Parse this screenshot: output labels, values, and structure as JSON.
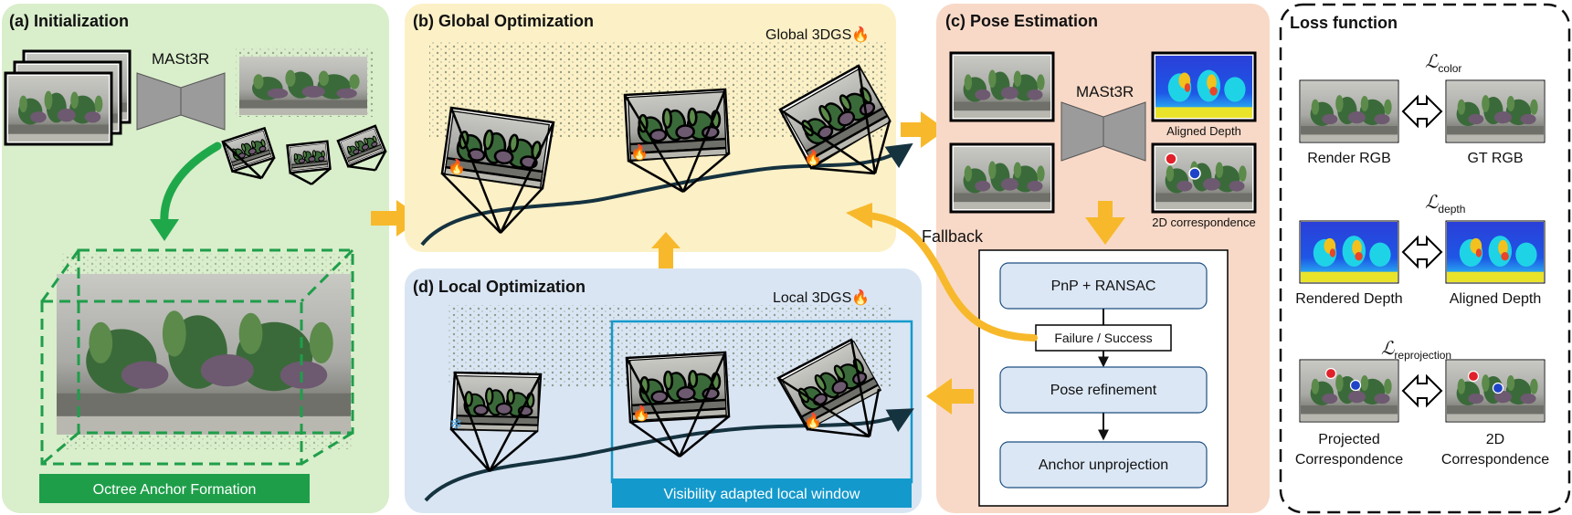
{
  "colors": {
    "init_bg": "#d9eecb",
    "global_bg": "#fcf0c6",
    "pose_bg": "#f8d9c7",
    "local_bg": "#d9e5f3",
    "arrow": "#f7b92b",
    "green_arrow": "#1fa84a",
    "octree_bar": "#1f9e4a",
    "local_bar": "#1499cc",
    "box_fill": "#dbe7f4",
    "network": "#9b9b9b",
    "red_dot": "#e0202a",
    "blue_dot": "#1f44c8"
  },
  "panels": {
    "init": {
      "title": "(a) Initialization",
      "network": "MASt3R",
      "bar": "Octree Anchor Formation"
    },
    "global": {
      "title": "(b) Global Optimization",
      "label": "Global 3DGS",
      "flame": "🔥"
    },
    "pose": {
      "title": "(c) Pose Estimation",
      "network": "MASt3R",
      "aligned_depth": "Aligned Depth",
      "correspondence": "2D correspondence",
      "fallback": "Fallback",
      "steps": [
        "PnP + RANSAC",
        "Pose refinement",
        "Anchor unprojection"
      ],
      "check": "Failure / Success"
    },
    "local": {
      "title": "(d) Local Optimization",
      "label": "Local 3DGS",
      "flame": "🔥",
      "bar": "Visibility adapted local window",
      "snow": "❄"
    }
  },
  "loss": {
    "title": "Loss function",
    "rows": [
      {
        "symbol": "ℒ",
        "sub": "color",
        "left": "Render RGB",
        "right": "GT RGB"
      },
      {
        "symbol": "ℒ",
        "sub": "depth",
        "left": "Rendered Depth",
        "right": "Aligned Depth"
      },
      {
        "symbol": "ℒ",
        "sub": "reprojection",
        "left": "Projected Correspondence",
        "right": "2D Correspondence",
        "left_lines": [
          "Projected",
          "Correspondence"
        ],
        "right_lines": [
          "2D",
          "Correspondence"
        ]
      }
    ]
  }
}
